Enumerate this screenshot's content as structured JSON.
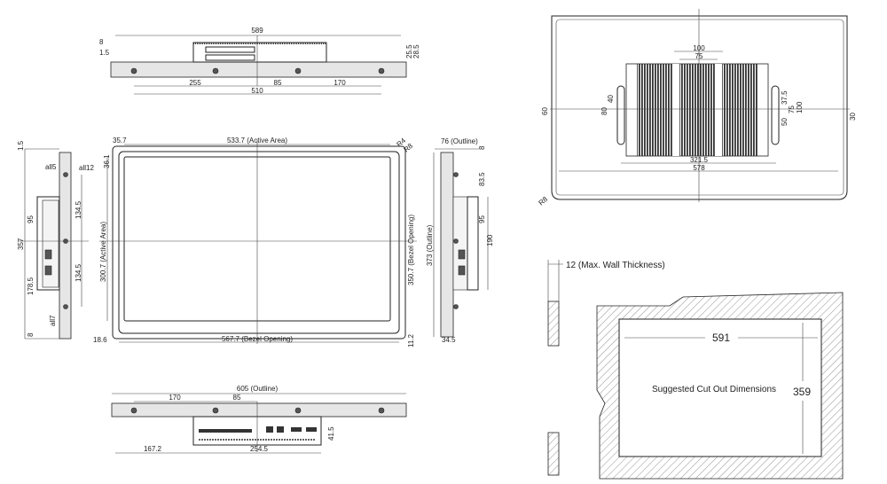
{
  "top_view": {
    "overall": "589",
    "d8": "8",
    "d1_5": "1.5",
    "h25_5": "25.5",
    "h28_5": "28.5",
    "d255": "255",
    "d85": "85",
    "d170": "170",
    "d510": "510"
  },
  "front_view": {
    "left_margin": "35.7",
    "active_width": "533.7 (Active Area)",
    "r4": "R4",
    "r8": "R8",
    "top_margin": "36.1",
    "active_height": "300.7 (Active Area)",
    "bezel_height": "350.7 (Bezel Opening)",
    "bezel_width": "567.7 (Bezel Opening)",
    "left_bezel": "18.6",
    "bottom_bezel": "11.2"
  },
  "left_view": {
    "d1_5": "1.5",
    "height": "357",
    "all5": "all5",
    "all12": "all12",
    "d95": "95",
    "d134_5_top": "134.5",
    "d134_5_bottom": "134.5",
    "d178_5": "178.5",
    "all7": "all7",
    "d8": "8"
  },
  "right_view": {
    "depth": "76 (Outline)",
    "d8": "8",
    "d83_5": "83.5",
    "d95": "95",
    "d190": "190",
    "height": "373 (Outline)",
    "d34_5": "34.5"
  },
  "bottom_view": {
    "width": "605 (Outline)",
    "d170": "170",
    "d85": "85",
    "d41_5": "41.5",
    "d167_2": "167.2",
    "d254_5": "254.5"
  },
  "rear_view": {
    "d100": "100",
    "d75": "75",
    "d60": "60",
    "d80": "80",
    "d40": "40",
    "d37_5": "37.5",
    "d75_v": "75",
    "d100_v": "100",
    "d50": "50",
    "d30": "30",
    "d321_5": "321.5",
    "d578": "578",
    "r8": "R8"
  },
  "cutout": {
    "wall": "12 (Max. Wall Thickness)",
    "width": "591",
    "height": "359",
    "title": "Suggested Cut Out Dimensions"
  }
}
